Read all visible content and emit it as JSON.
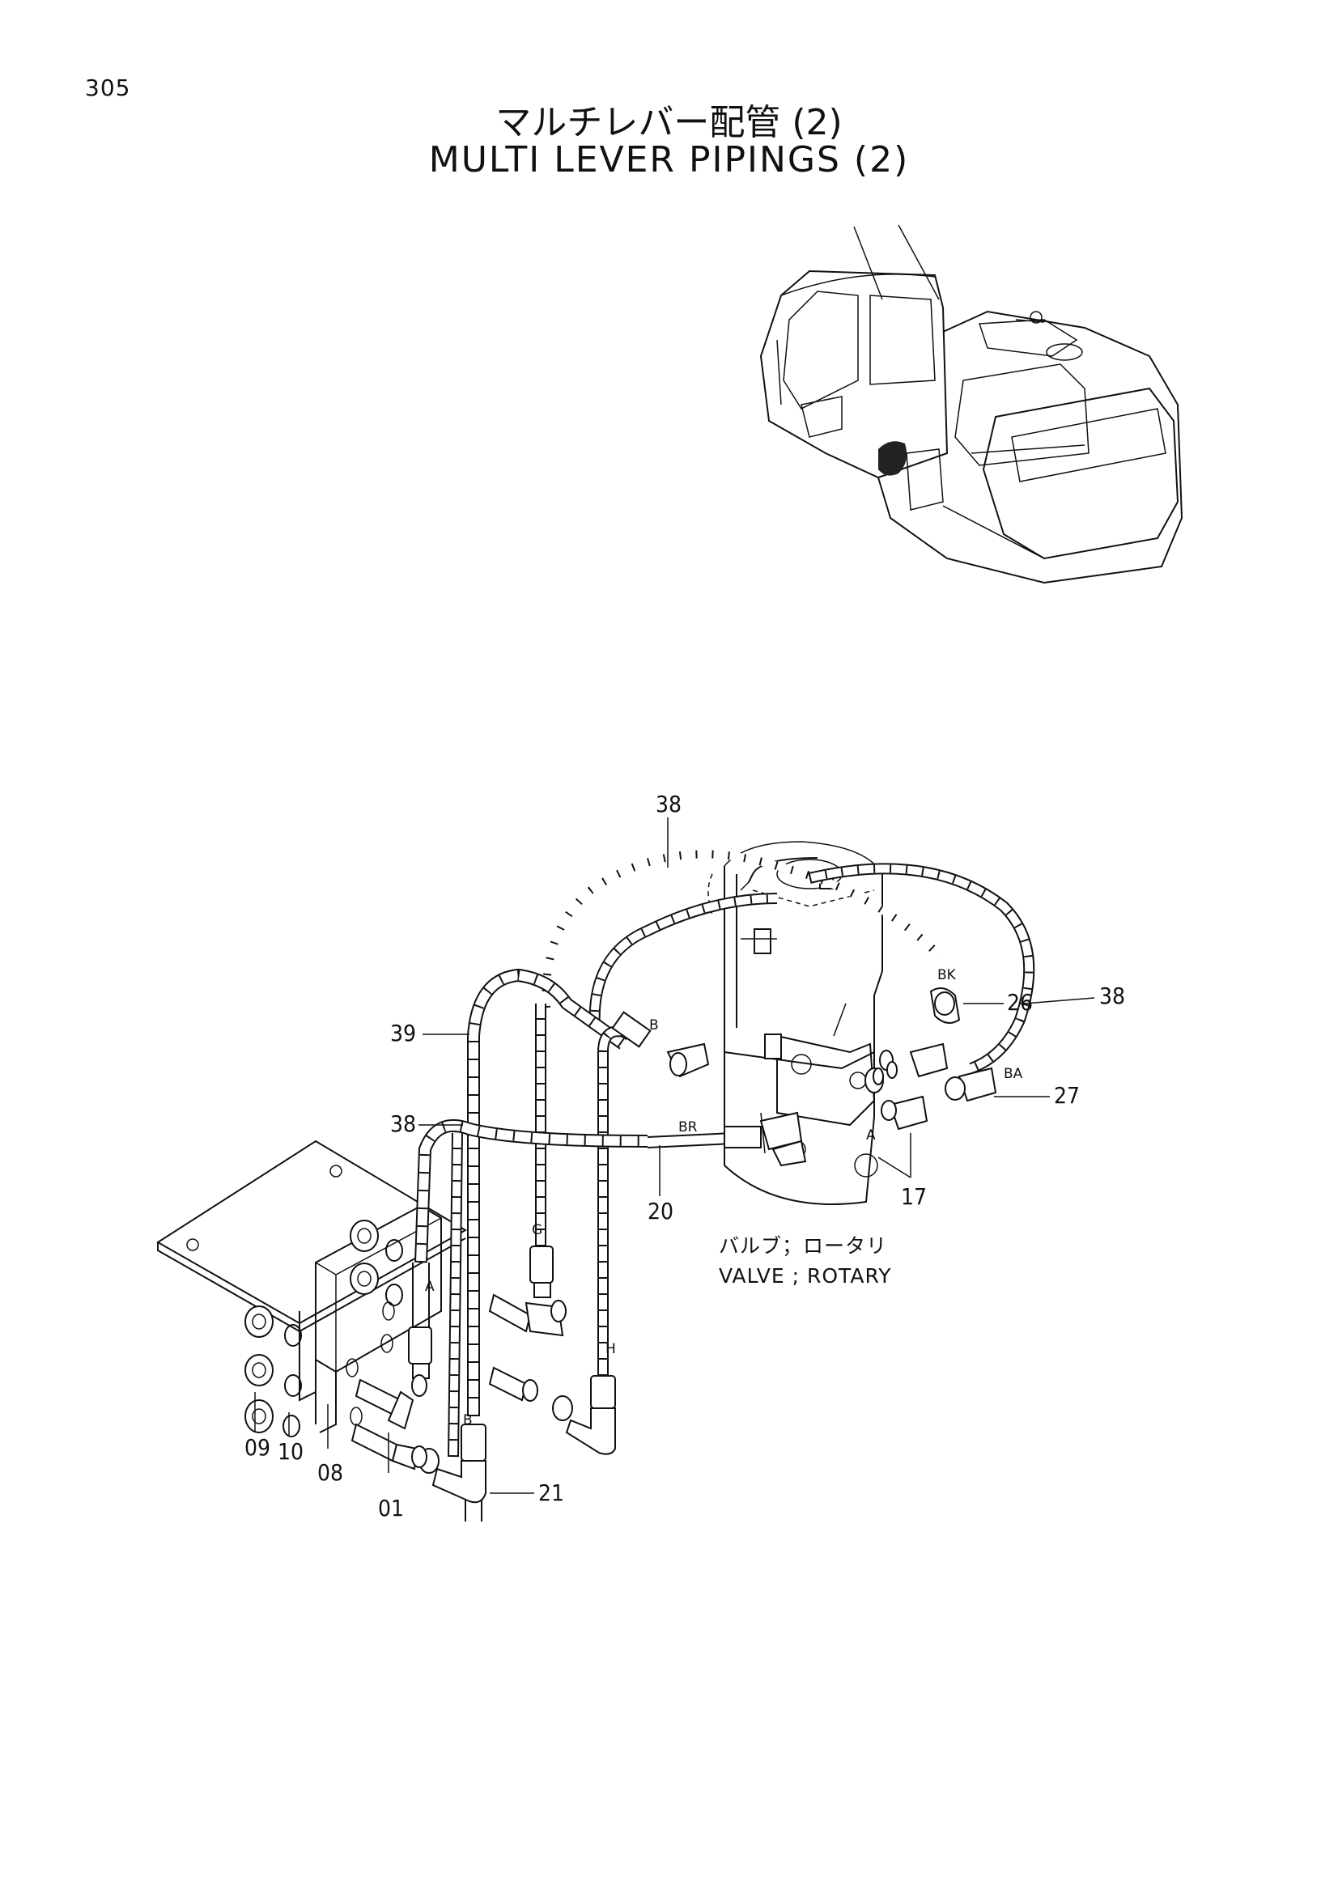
{
  "page": {
    "number": "305"
  },
  "title": {
    "japanese": "マルチレバー配管 (2)",
    "english": "MULTI LEVER PIPINGS (2)"
  },
  "callouts": {
    "c38a": "38",
    "c38b": "38",
    "c38c": "38",
    "c39": "39",
    "c26": "26",
    "c27": "27",
    "c20": "20",
    "c17": "17",
    "c21": "21",
    "c09": "09",
    "c10": "10",
    "c08": "08",
    "c01": "01"
  },
  "ports": {
    "bk": "BK",
    "b_top": "B",
    "ba": "BA",
    "br": "BR",
    "a_right": "A",
    "g": "G",
    "a_left": "A",
    "h": "H",
    "b_bottom": "B"
  },
  "component_caption": {
    "japanese": "バルブ；ロータリ",
    "english": "VALVE ; ROTARY"
  }
}
